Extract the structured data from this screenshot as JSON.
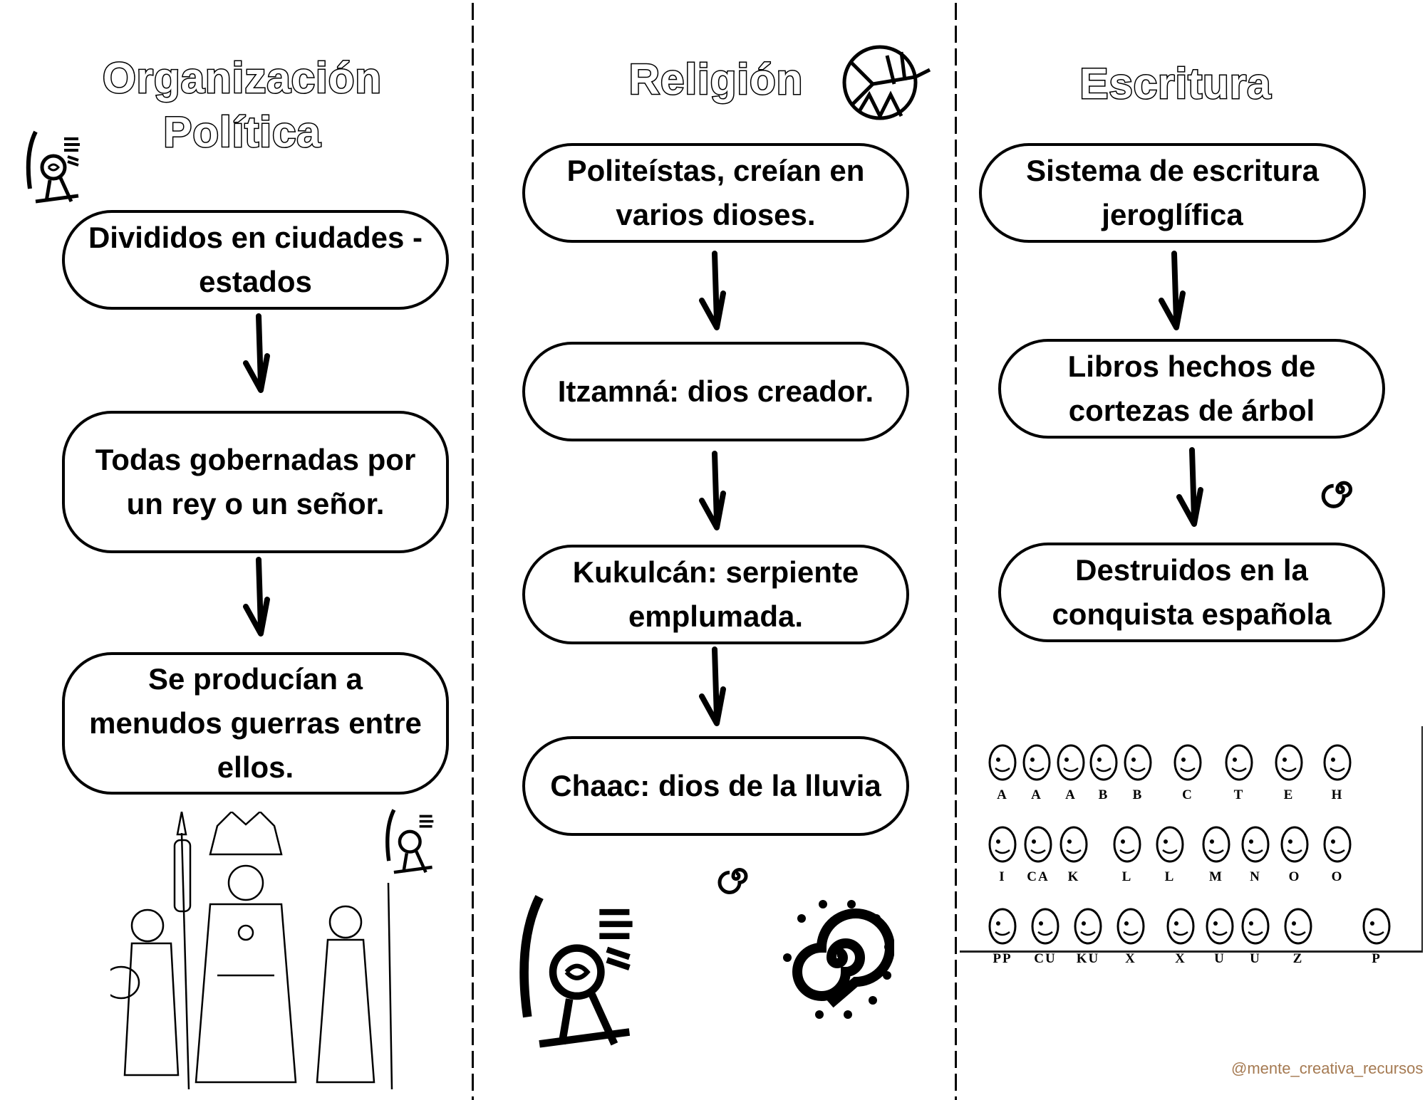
{
  "columns": [
    {
      "title_lines": [
        "Organización",
        "Política"
      ],
      "boxes": [
        "Divididos en ciudades - estados",
        "Todas gobernadas por un rey o un señor.",
        "Se producían a menudos guerras entre ellos."
      ]
    },
    {
      "title_lines": [
        "Religión"
      ],
      "boxes": [
        "Politeístas, creían en varios dioses.",
        "Itzamná: dios creador.",
        "Kukulcán: serpiente emplumada.",
        "Chaac: dios de la lluvia"
      ]
    },
    {
      "title_lines": [
        "Escritura"
      ],
      "boxes": [
        "Sistema de escritura jeroglífica",
        "Libros hechos de cortezas de árbol",
        "Destruidos en la conquista española"
      ]
    }
  ],
  "glyph_chart": {
    "rows": [
      [
        "A",
        "A",
        "A",
        "B",
        "B",
        "C",
        "T",
        "E",
        "H"
      ],
      [
        "I",
        "CA",
        "K",
        "L",
        "L",
        "M",
        "N",
        "O",
        "O"
      ],
      [
        "PP",
        "CU",
        "KU",
        "X",
        "X",
        "U",
        "U",
        "Z",
        "P"
      ]
    ]
  },
  "watermark": "@mente_creativa_recursos",
  "colors": {
    "ink": "#000000",
    "watermark": "#a57a52",
    "background": "#ffffff"
  }
}
